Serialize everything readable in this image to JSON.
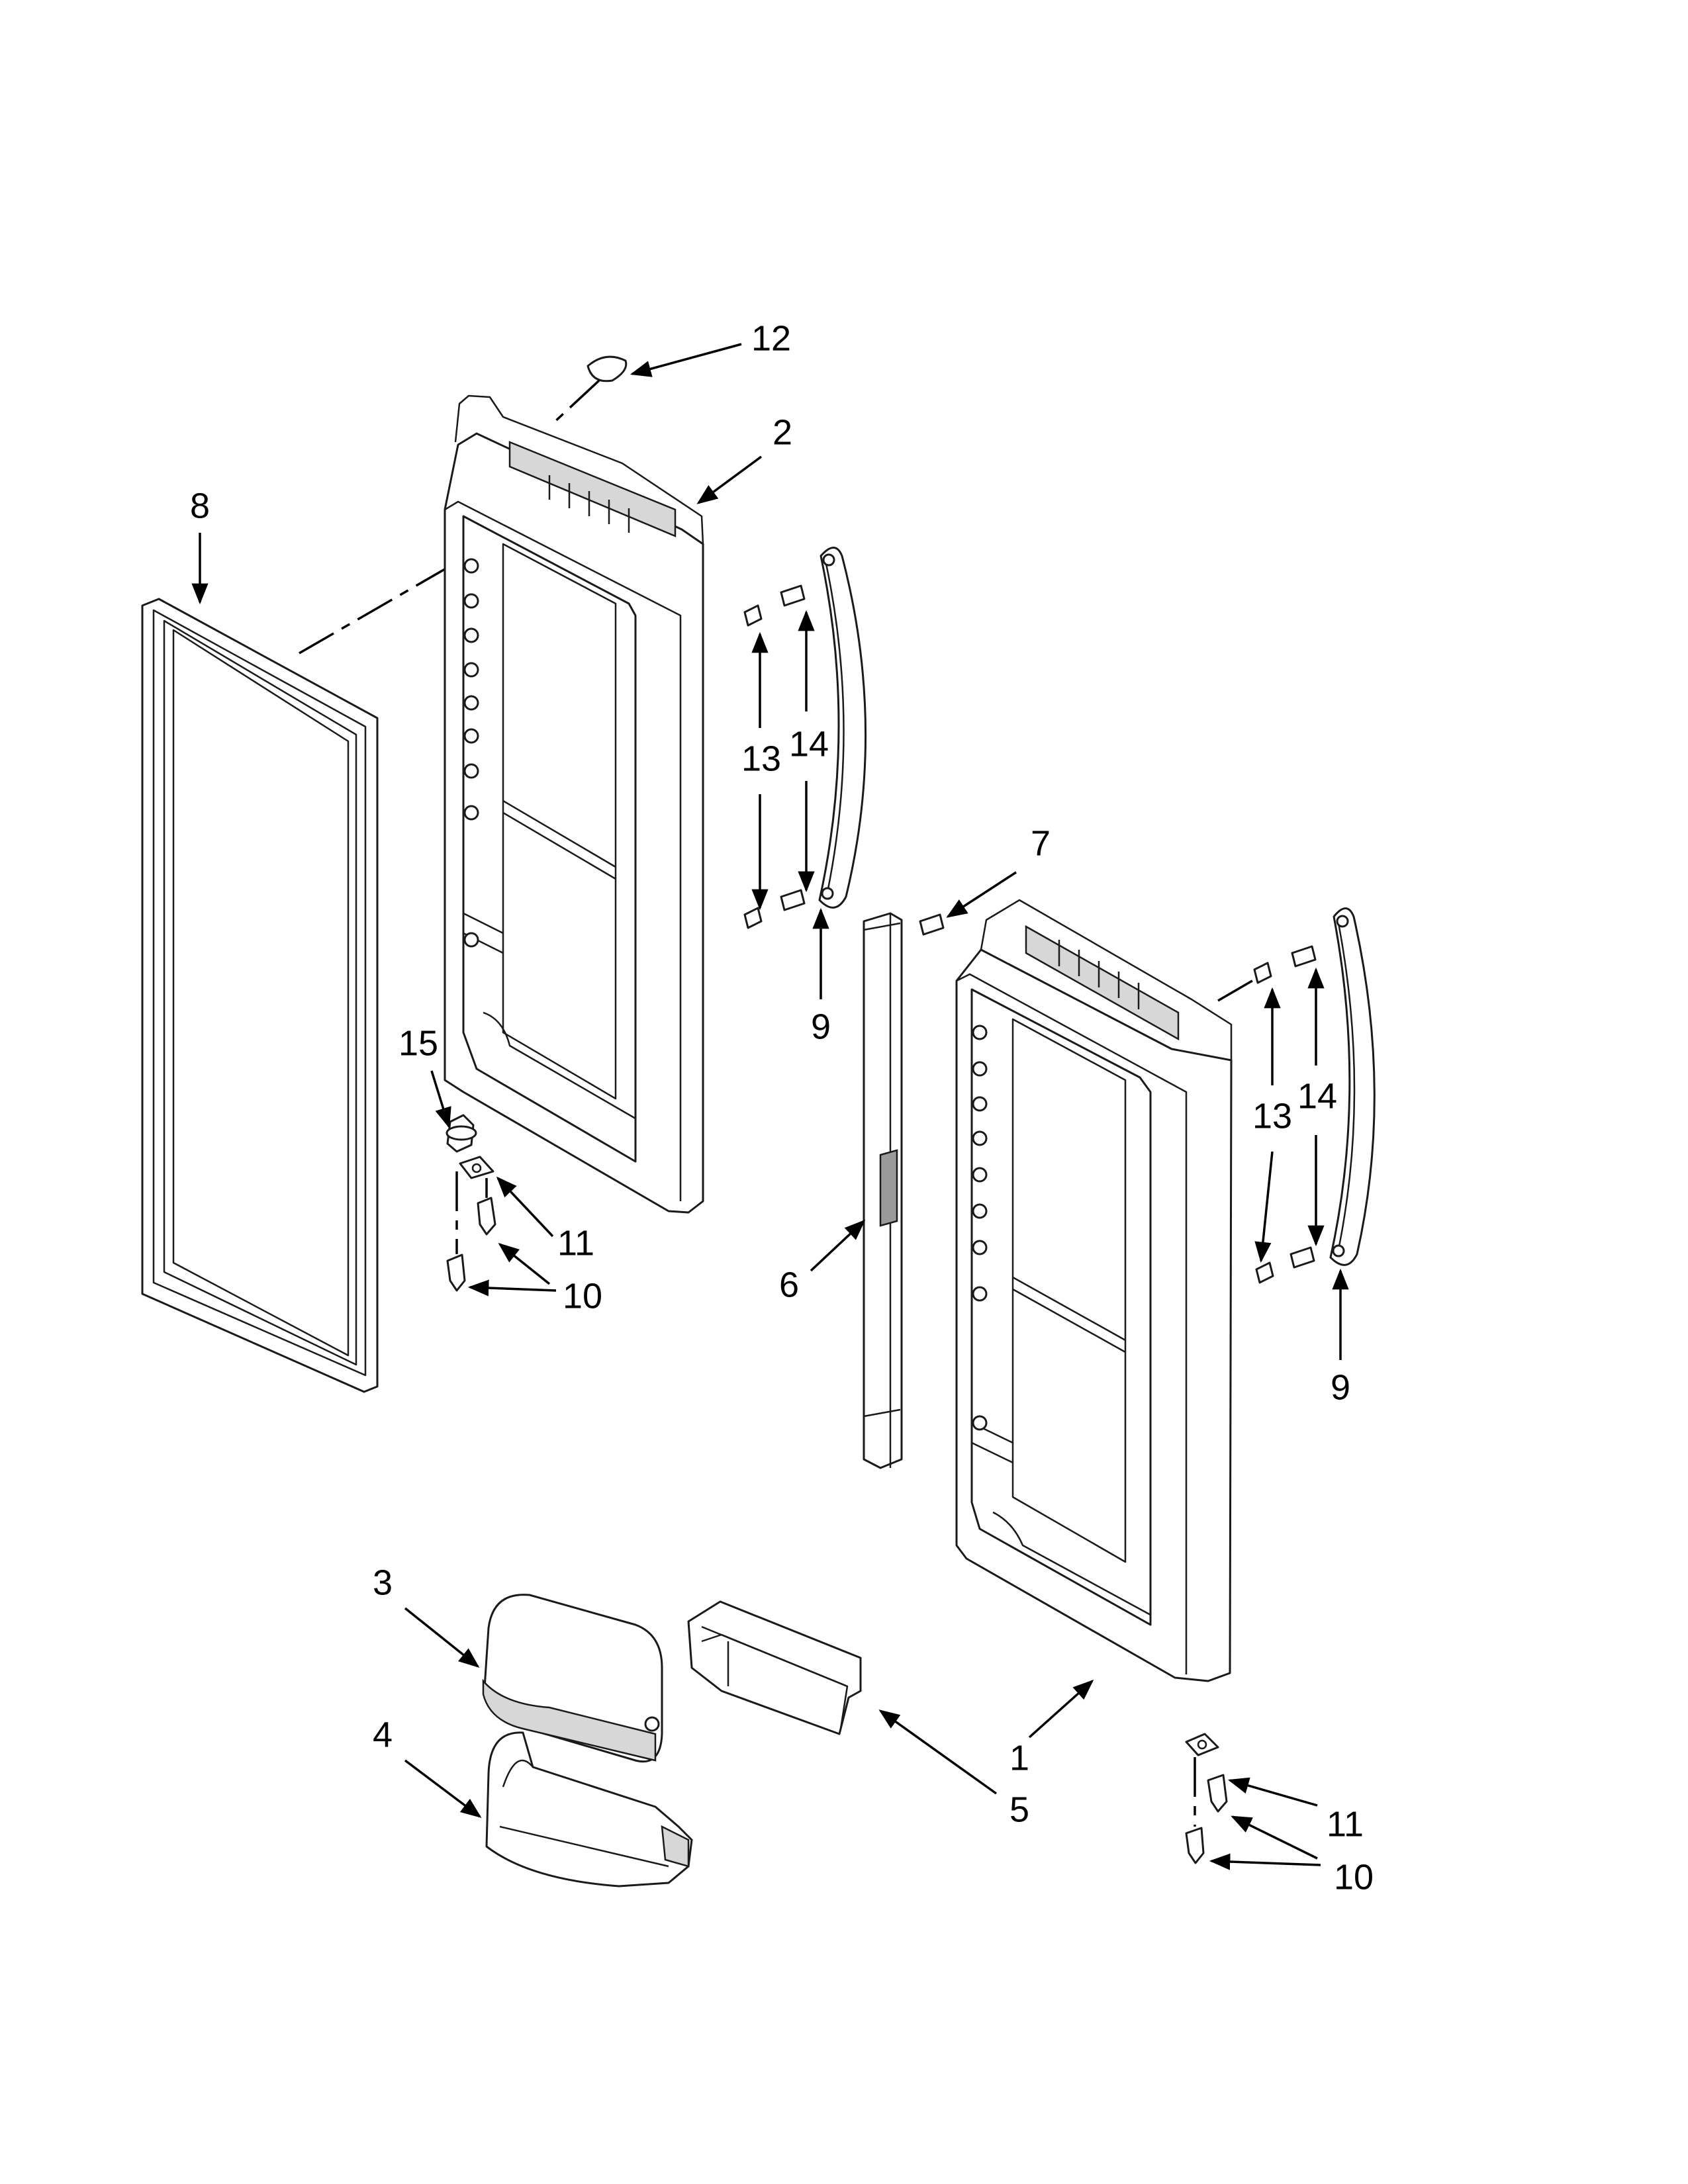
{
  "diagram": {
    "callouts": {
      "c1": "1",
      "c2": "2",
      "c3": "3",
      "c4": "4",
      "c5": "5",
      "c6": "6",
      "c7": "7",
      "c8": "8",
      "c9a": "9",
      "c9b": "9",
      "c10a": "10",
      "c10b": "10",
      "c11a": "11",
      "c11b": "11",
      "c12": "12",
      "c13a": "13",
      "c13b": "13",
      "c14a": "14",
      "c14b": "14",
      "c15": "15"
    },
    "colors": {
      "line": "#1a1a1a",
      "background": "#ffffff"
    }
  }
}
